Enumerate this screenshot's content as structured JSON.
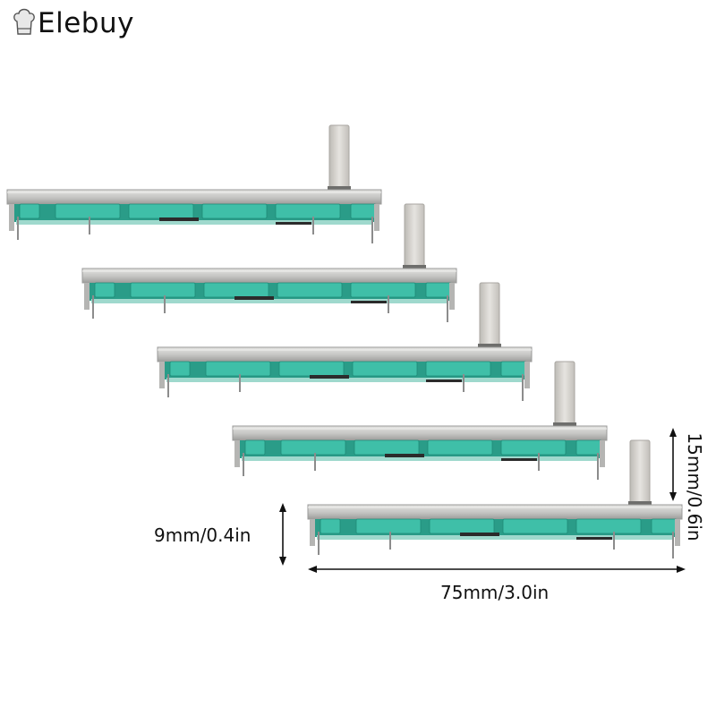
{
  "brand": {
    "name": "Elebuy",
    "logo_icon": "chef-hat-icon"
  },
  "product": {
    "count": 5,
    "colors": {
      "body": "#c9c9c7",
      "body_shadow": "#9a9a98",
      "lever": "#d8d6d2",
      "insulator": "#3fbfa8",
      "insulator_dark": "#2a9c88",
      "contact": "#2b2b2b",
      "pin": "#8c8c8c"
    }
  },
  "dimensions": {
    "length_label": "75mm/3.0in",
    "body_height_label": "9mm/0.4in",
    "total_height_label": "15mm/0.6in"
  }
}
